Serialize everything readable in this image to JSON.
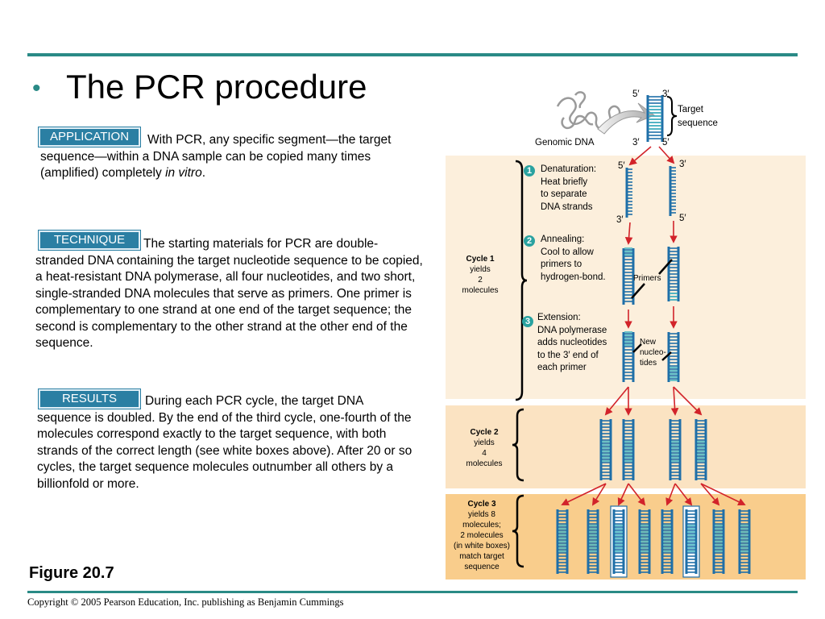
{
  "slide": {
    "bullet": "•",
    "title": "The PCR procedure",
    "figure_label": "Figure 20.7",
    "copyright": "Copyright © 2005 Pearson Education, Inc. publishing as Benjamin Cummings"
  },
  "application": {
    "tag": "APPLICATION",
    "text": "With PCR, any specific segment—the target sequence—within a DNA sample can be copied many times (amplified) completely ",
    "text_italic": "in vitro",
    "text_end": "."
  },
  "technique": {
    "tag": "TECHNIQUE",
    "text": "The starting materials for PCR are double-stranded DNA containing the target nucleotide sequence to be copied, a heat-resistant DNA polymerase, all four nucleotides, and two short, single-stranded DNA molecules that serve as primers. One primer is complementary to one strand at one end of the target sequence; the second is complementary to the other strand at the other end of the sequence."
  },
  "results": {
    "tag": "RESULTS",
    "text": "During each PCR cycle, the target DNA sequence is doubled. By the end of the third cycle, one-fourth of the molecules correspond exactly to the target sequence, with both strands of the correct length (see white boxes above). After 20 or so cycles, the target sequence molecules outnumber all others by a billionfold or more."
  },
  "diagram": {
    "genomic_dna": "Genomic DNA",
    "target_sequence": [
      "Target",
      "sequence"
    ],
    "five_prime": "5′",
    "three_prime": "3′",
    "steps": [
      {
        "num": "1",
        "lines": [
          "Denaturation:",
          "Heat briefly",
          "to separate",
          "DNA strands"
        ]
      },
      {
        "num": "2",
        "lines": [
          "Annealing:",
          "Cool to allow",
          "primers to",
          "hydrogen-bond."
        ]
      },
      {
        "num": "3",
        "lines": [
          "Extension:",
          "DNA polymerase",
          "adds nucleotides",
          "to the 3′ end of",
          "each primer"
        ]
      }
    ],
    "primers": "Primers",
    "new_nucleotides": [
      "New",
      "nucleo-",
      "tides"
    ],
    "cycle1": [
      "Cycle 1",
      "yields",
      "2",
      "molecules"
    ],
    "cycle2": [
      "Cycle 2",
      "yields",
      "4",
      "molecules"
    ],
    "cycle3": [
      "Cycle 3",
      "yields 8",
      "molecules;",
      "2 molecules",
      "(in white boxes)",
      "match target",
      "sequence"
    ]
  },
  "colors": {
    "accent": "#2a8a86",
    "tag_blue": "#2b7fa3",
    "dna_blue": "#1f6fa8",
    "primer_teal": "#48b8c4",
    "arrow_red": "#d2232a"
  }
}
